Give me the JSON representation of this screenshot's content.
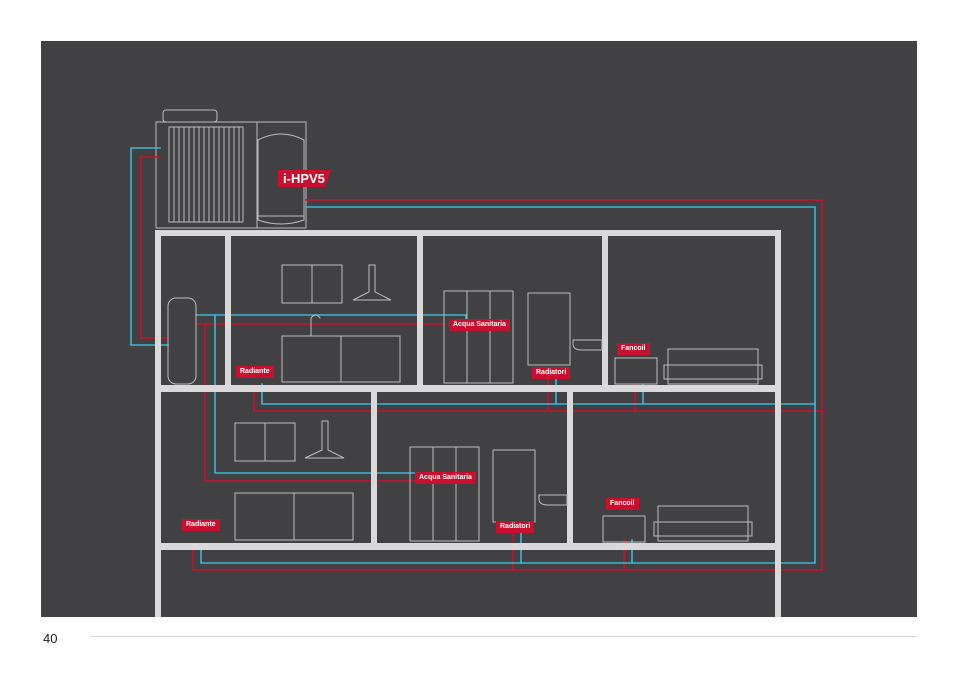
{
  "colors": {
    "background": "#414042",
    "walls": "#d9d9d9",
    "hot": "#c8102e",
    "cold": "#3fb6d6",
    "outline": "#bdbdbd"
  },
  "diagram": {
    "model_label": "i-HPV5",
    "upper_floor": {
      "radiant": "Radiante",
      "hot_water": "Acqua Sanitaria",
      "radiators": "Radiatori",
      "fancoil": "Fancoil"
    },
    "lower_floor": {
      "radiant": "Radiante",
      "hot_water": "Acqua Sanitaria",
      "radiators": "Radiatori",
      "fancoil": "Fancoil"
    }
  },
  "footer": {
    "page_number": "40"
  }
}
